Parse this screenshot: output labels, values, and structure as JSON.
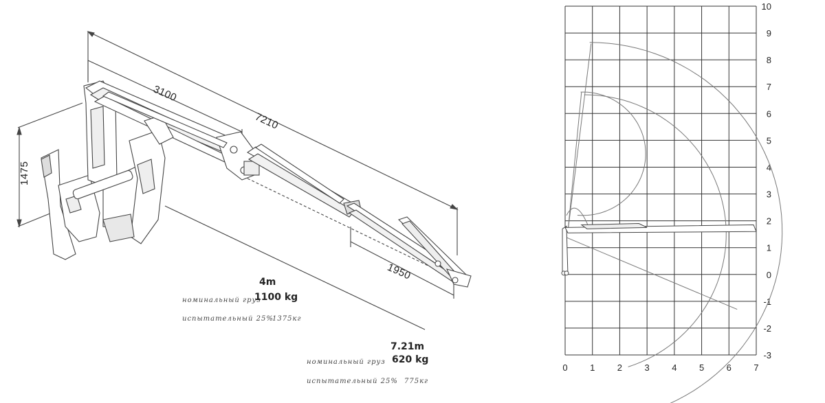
{
  "dimensions": {
    "arm_length": "3100",
    "total_length": "7210",
    "height": "1475",
    "extension_length": "1950"
  },
  "loads": [
    {
      "distance": "4m",
      "nominal_label": "номинальный груз",
      "nominal_value": "1100 kg",
      "test_label": "испытательный 25%",
      "test_value": "1375кг"
    },
    {
      "distance": "7.21m",
      "nominal_label": "номинальный груз",
      "nominal_value": "620 kg",
      "test_label": "испытательный  25%",
      "test_value": "775кг"
    }
  ],
  "range_chart": {
    "x_ticks": [
      "0",
      "1",
      "2",
      "3",
      "4",
      "5",
      "6",
      "7"
    ],
    "y_ticks": [
      "10",
      "9",
      "8",
      "7",
      "6",
      "5",
      "4",
      "3",
      "2",
      "1",
      "0",
      "-1",
      "-2",
      "-3"
    ],
    "x_range": [
      0,
      7
    ],
    "y_range": [
      -3,
      10
    ],
    "grid": true,
    "colors": {
      "line": "#555555",
      "grid": "#333333",
      "arc": "#888888"
    }
  }
}
